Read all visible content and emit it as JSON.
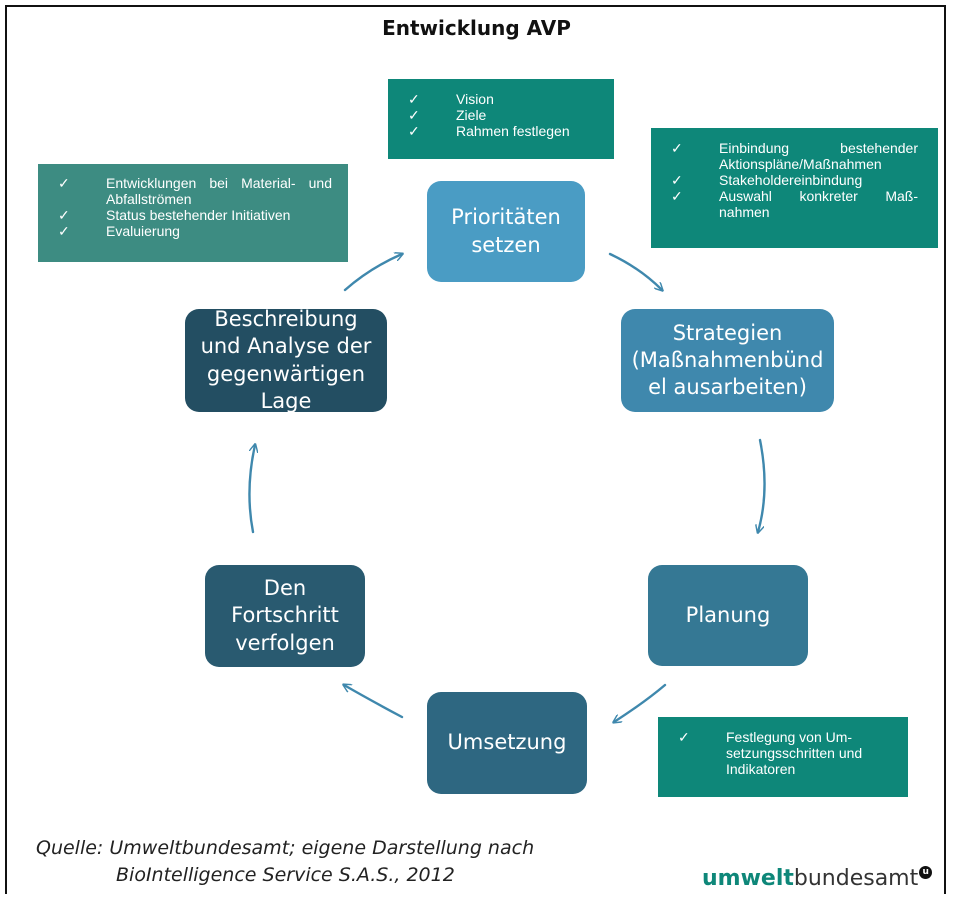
{
  "title": "Entwicklung AVP",
  "nodes": {
    "prioritaeten": "Prioritäten\nsetzen",
    "strategien": "Strategien\n(Maßnahmenbünd\nel ausarbeiten)",
    "planung": "Planung",
    "umsetzung": "Umsetzung",
    "fortschritt": "Den\nFortschritt\nverfolgen",
    "beschreibung": "Beschreibung\nund Analyse der\ngegenwärtigen\nLage"
  },
  "notes": {
    "top": [
      "Vision",
      "Ziele",
      "Rahmen festlegen"
    ],
    "right": [
      "Einbindung bestehender Aktionspläne/Maßnahmen",
      "Stakeholdereinbindung",
      "Auswahl konkreter Maß-nahmen"
    ],
    "left": [
      "Entwicklungen bei Material- und Abfallströmen",
      "Status bestehender Initiativen",
      "Evaluierung"
    ],
    "bottom": [
      "Festlegung von Um-setzungsschritten und Indikatoren"
    ]
  },
  "check_glyph": "✓",
  "source": {
    "line1": "Quelle: Umweltbundesamt; eigene Darstellung nach",
    "line2": "BioIntelligence Service S.A.S., 2012"
  },
  "logo": {
    "part1": "umwelt",
    "part2": "bundesamt",
    "mark": "u"
  },
  "colors": {
    "teal": "#0e8779",
    "arrow": "#3f88ad"
  }
}
